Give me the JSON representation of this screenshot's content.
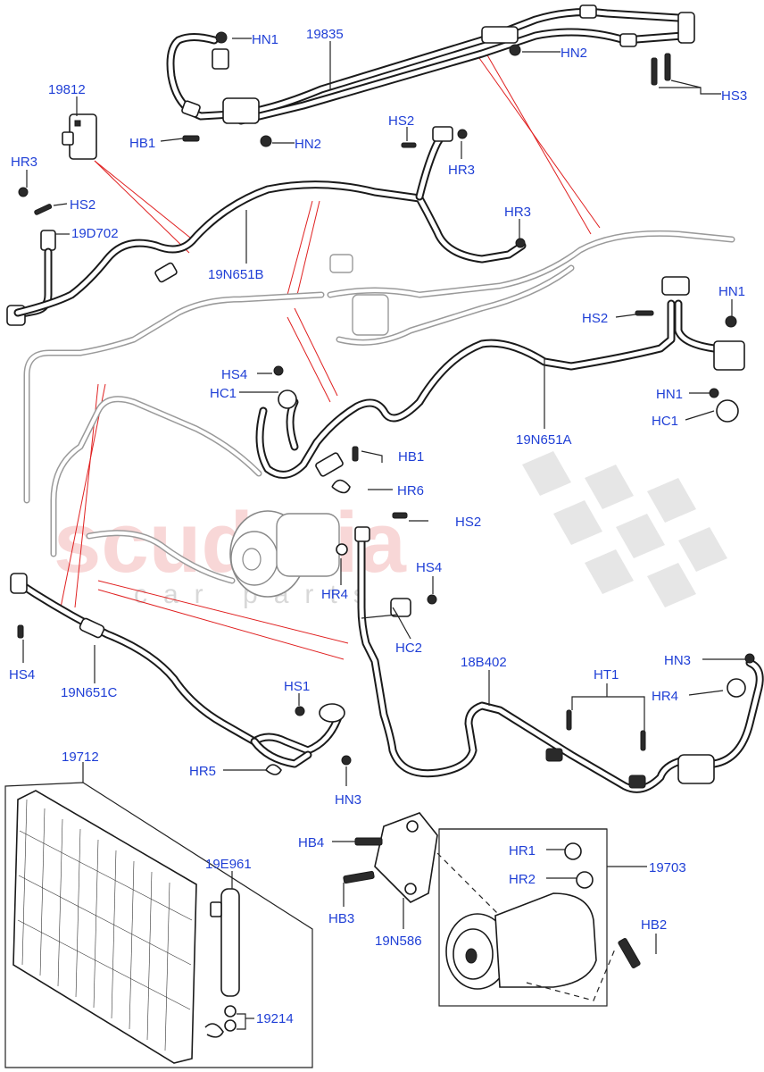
{
  "watermark": {
    "text": "scuderia",
    "subtext": "car parts"
  },
  "labels": {
    "l19835": "19835",
    "hn1_top": "HN1",
    "hn2_top": "HN2",
    "hs3_top": "HS3",
    "l19812": "19812",
    "hb1_top": "HB1",
    "hn2_mid": "HN2",
    "hs2_mid": "HS2",
    "hr3_mid": "HR3",
    "hr3_left": "HR3",
    "hs2_left": "HS2",
    "l19d702": "19D702",
    "l19n651b": "19N651B",
    "hr3_right": "HR3",
    "hs2_right": "HS2",
    "hn1_right": "HN1",
    "hs4_mid": "HS4",
    "hc1_mid": "HC1",
    "hn1_right2": "HN1",
    "hc1_right": "HC1",
    "l19n651a": "19N651A",
    "hb1_mid": "HB1",
    "hr6": "HR6",
    "hs2_lower": "HS2",
    "hr4_lower": "HR4",
    "hs4_lower": "HS4",
    "hc2": "HC2",
    "hs4_left": "HS4",
    "l19n651c": "19N651C",
    "l18b402": "18B402",
    "ht1": "HT1",
    "hn3_right": "HN3",
    "hr4_right": "HR4",
    "hs1": "HS1",
    "hr5": "HR5",
    "hn3_lower": "HN3",
    "l19712": "19712",
    "l19e961": "19E961",
    "l19214": "19214",
    "hb4": "HB4",
    "hb3": "HB3",
    "l19n586": "19N586",
    "hr1": "HR1",
    "hr2": "HR2",
    "l19703": "19703",
    "hb2": "HB2"
  }
}
